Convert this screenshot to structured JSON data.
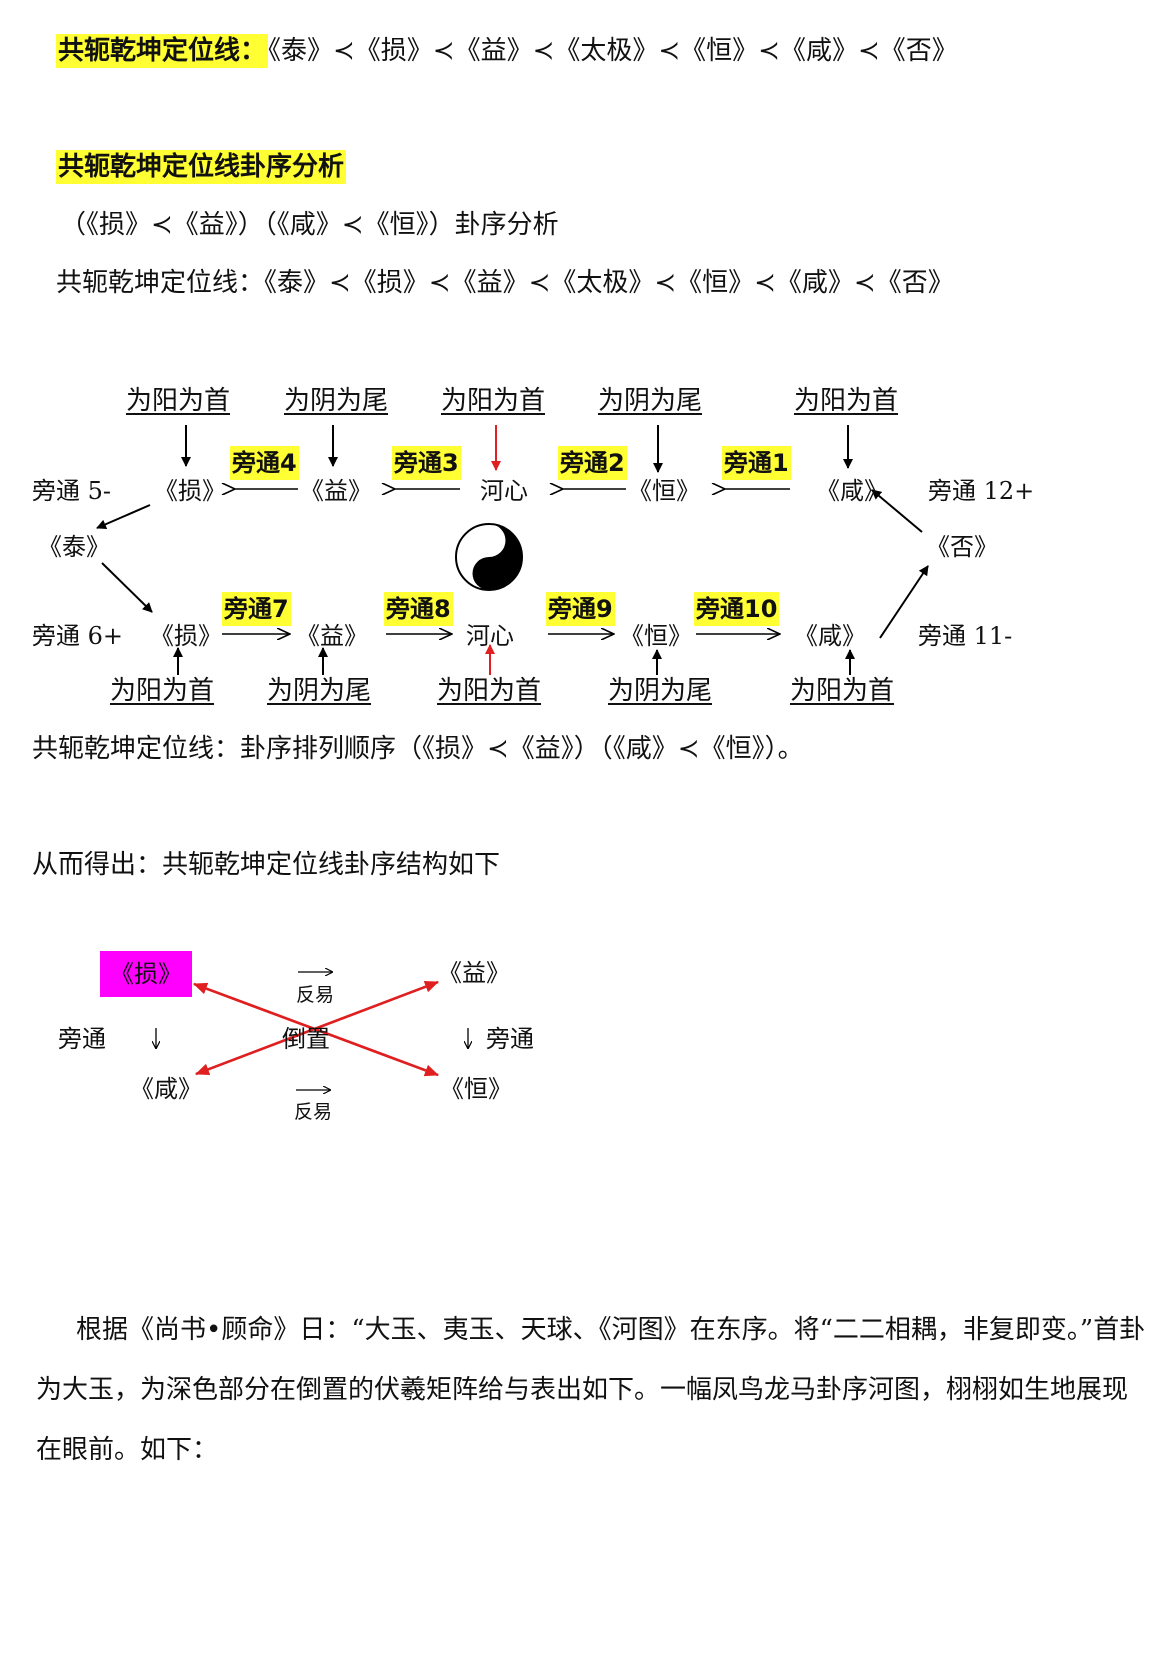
{
  "line1": {
    "label": "共轭乾坤定位线：",
    "sequence": "《泰》≺《损》≺《益》≺《太极》≺《恒》≺《咸》≺《否》"
  },
  "heading2": "共轭乾坤定位线卦序分析",
  "analysis_line": "（《损》≺《益》）（《咸》≺《恒》）卦序分析",
  "line3": "共轭乾坤定位线：《泰》≺《损》≺《益》≺《太极》≺《恒》≺《咸》≺《否》",
  "diagram": {
    "top_labels": [
      "为阳为首",
      "为阴为尾",
      "为阳为首",
      "为阴为尾",
      "为阳为首"
    ],
    "top_nodes": [
      "《损》",
      "《益》",
      "河心",
      "《恒》",
      "《咸》"
    ],
    "top_links": [
      "旁通4",
      "旁通3",
      "旁通2",
      "旁通1"
    ],
    "left_node": "《泰》",
    "right_node": "《否》",
    "side_labels": {
      "top_left": "旁通 5-",
      "top_right": "旁通 12+",
      "bottom_left": "旁通 6+",
      "bottom_right": "旁通 11-"
    },
    "bottom_nodes": [
      "《损》",
      "《益》",
      "河心",
      "《恒》",
      "《咸》"
    ],
    "bottom_links": [
      "旁通7",
      "旁通8",
      "旁通9",
      "旁通10"
    ],
    "bottom_labels": [
      "为阳为首",
      "为阴为尾",
      "为阳为首",
      "为阴为尾",
      "为阳为首"
    ],
    "colors": {
      "red_arrow": "#e02020",
      "highlight": "#ffff33",
      "black": "#000000"
    }
  },
  "summary_line": "共轭乾坤定位线：卦序排列顺序（《损》≺《益》）（《咸》≺《恒》）。",
  "conclusion_line": "从而得出：共轭乾坤定位线卦序结构如下",
  "structure": {
    "node_sun": "《损》",
    "node_yi": "《益》",
    "node_xian": "《咸》",
    "node_heng": "《恒》",
    "top_mid_label": "反易",
    "bottom_mid_label": "反易",
    "center_label": "倒置",
    "left_label": "旁通",
    "right_label": "旁通",
    "colors": {
      "magenta": "#ff00ff",
      "red": "#e02020"
    }
  },
  "paragraph": {
    "p1": "根据《尚书•顾命》日：“大玉、夷玉、天球、《河图》在东序。将“二二相耦，非复即变。”首卦为大玉，为深色部分在倒置的伏羲矩阵给与表出如下。一幅凤鸟龙马卦序河图，栩栩如生地展现在眼前。如下："
  }
}
